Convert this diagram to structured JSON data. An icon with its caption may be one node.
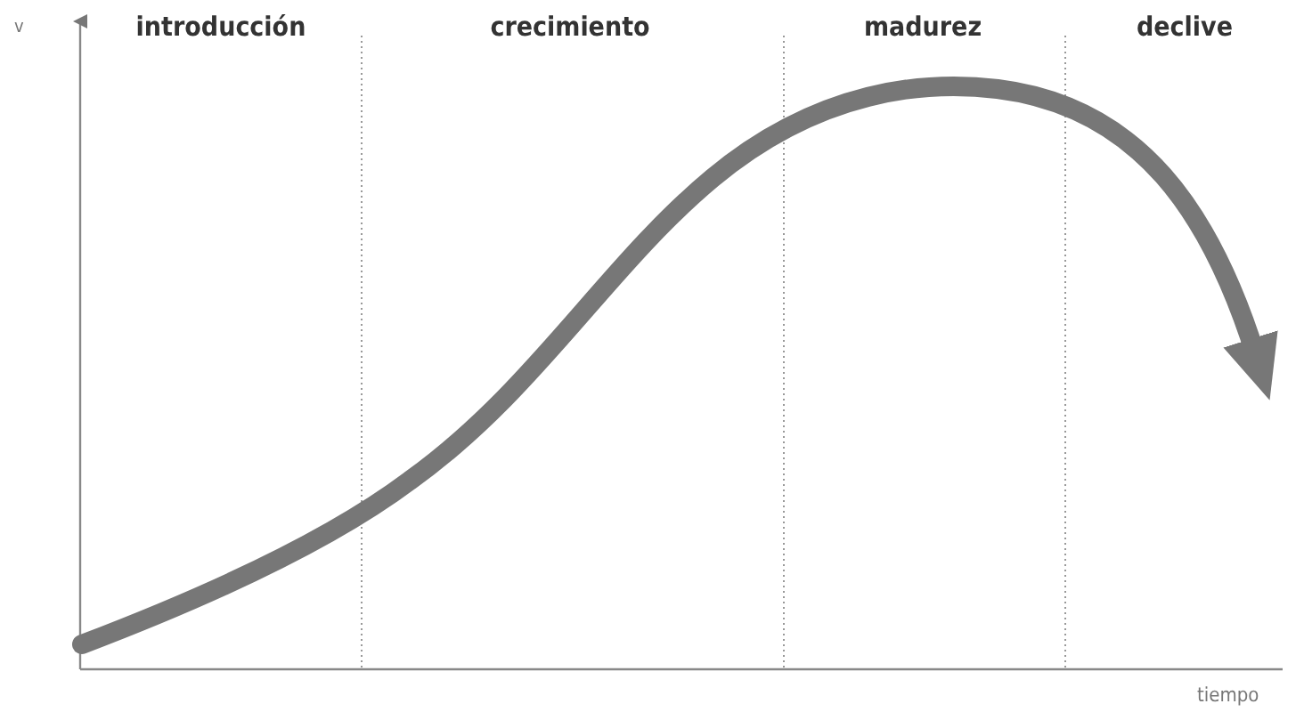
{
  "diagram": {
    "labels": [
      "v",
      "introducción",
      "crecimiento",
      "madurez",
      "declive",
      "tiempo"
    ]
  }
}
